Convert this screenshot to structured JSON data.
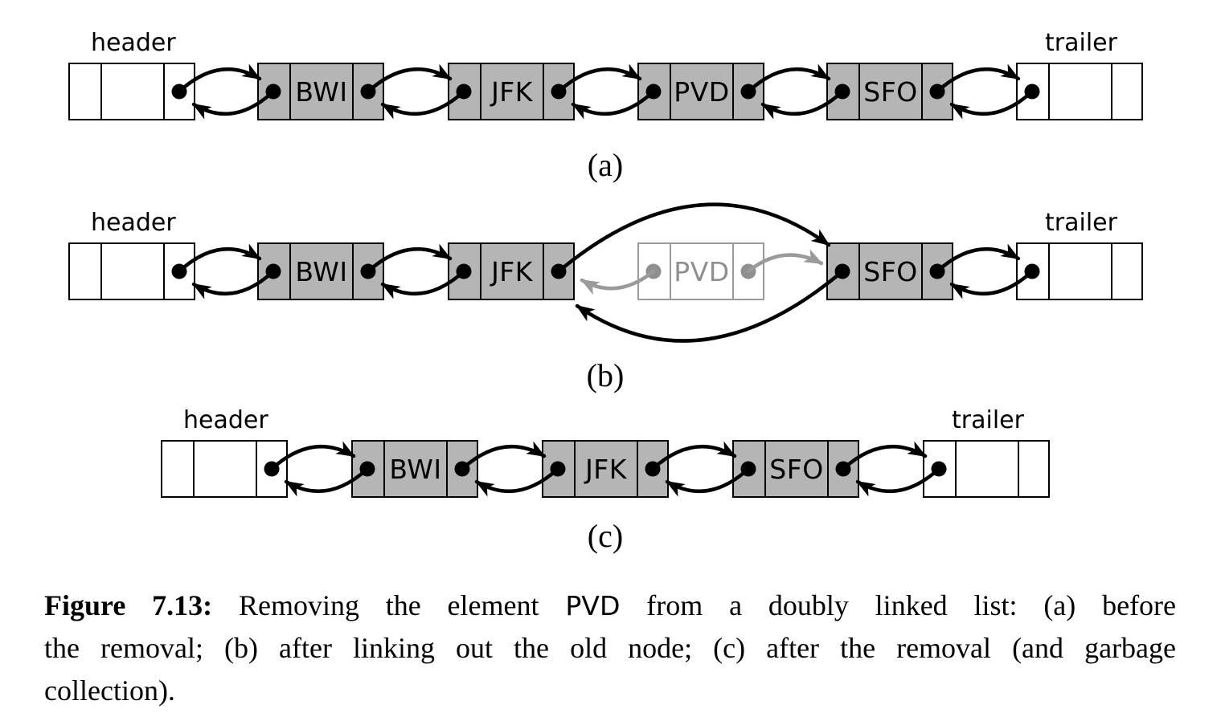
{
  "figure": {
    "panels": [
      {
        "tag": "(a)",
        "header": "header",
        "trailer": "trailer",
        "nodes": [
          {
            "label": "BWI",
            "ghost": false
          },
          {
            "label": "JFK",
            "ghost": false
          },
          {
            "label": "PVD",
            "ghost": false
          },
          {
            "label": "SFO",
            "ghost": false
          }
        ]
      },
      {
        "tag": "(b)",
        "header": "header",
        "trailer": "trailer",
        "nodes": [
          {
            "label": "BWI",
            "ghost": false
          },
          {
            "label": "JFK",
            "ghost": false
          },
          {
            "label": "PVD",
            "ghost": true
          },
          {
            "label": "SFO",
            "ghost": false
          }
        ]
      },
      {
        "tag": "(c)",
        "header": "header",
        "trailer": "trailer",
        "nodes": [
          {
            "label": "BWI",
            "ghost": false
          },
          {
            "label": "JFK",
            "ghost": false
          },
          {
            "label": "SFO",
            "ghost": false
          }
        ]
      }
    ],
    "caption": {
      "line1": {
        "bold": "Figure 7.13:",
        "pre": "Removing the element",
        "pvd": "PVD",
        "post": "from a doubly linked list: (a) before"
      },
      "line2": "the removal; (b) after linking out the old node; (c) after the removal (and garbage",
      "line3": "collection)."
    },
    "colors": {
      "node_fill": "#b5b5b5",
      "ink": "#000000",
      "ghost": "#9a9a9a",
      "ghost_text": "#8f8f8f"
    }
  }
}
